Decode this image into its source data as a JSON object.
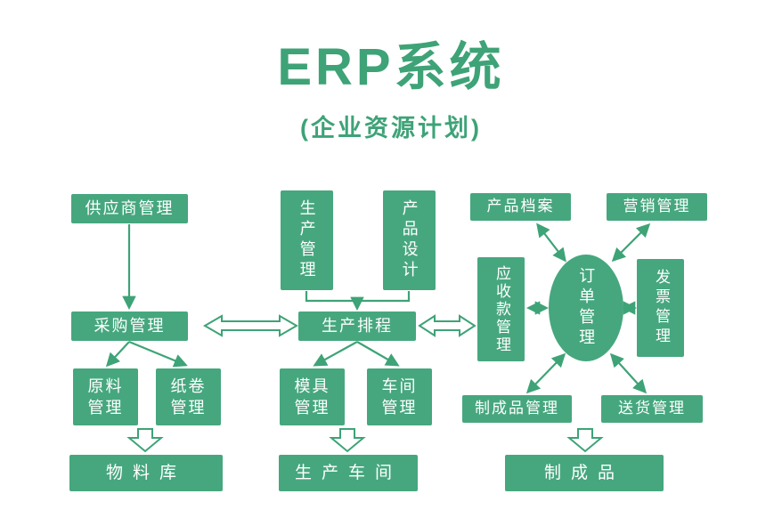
{
  "title": "ERP系统",
  "subtitle": "(企业资源计划)",
  "colors": {
    "green": "#3ea377",
    "box_green": "#46a77e",
    "text_on_green": "#ffffff",
    "background": "#ffffff"
  },
  "nodes": {
    "supplier_mgmt": "供应商管理",
    "purchasing_mgmt": "采购管理",
    "raw_material": {
      "line1": "原料",
      "line2": "管理"
    },
    "paper_roll": {
      "line1": "纸卷",
      "line2": "管理"
    },
    "material_warehouse": "物料库",
    "production_mgmt": "生产管理",
    "product_design": "产品设计",
    "production_scheduling": "生产排程",
    "mold_mgmt": {
      "line1": "模具",
      "line2": "管理"
    },
    "workshop_mgmt": {
      "line1": "车间",
      "line2": "管理"
    },
    "production_workshop": "生产车间",
    "product_archive": "产品档案",
    "marketing_mgmt": "营销管理",
    "receivables_mgmt": "应收款管理",
    "order_mgmt": "订单管理",
    "invoice_mgmt": "发票管理",
    "finished_product_mgmt": "制成品管理",
    "delivery_mgmt": "送货管理",
    "finished_products": "制成品"
  }
}
